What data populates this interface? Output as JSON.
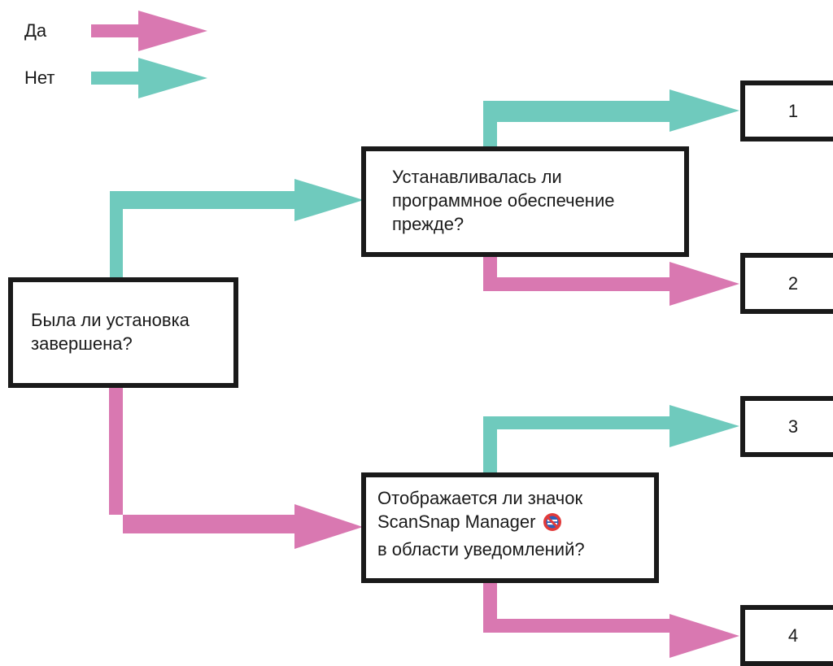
{
  "colors": {
    "yes": "#d978b1",
    "no": "#6fcabd",
    "border": "#1a1a1a"
  },
  "legend": {
    "yes_label": "Да",
    "no_label": "Нет"
  },
  "questions": {
    "installation_completed": [
      "Была ли установка",
      "завершена?"
    ],
    "software_installed_before": [
      "Устанавливалась ли",
      "программное обеспечение",
      "прежде?"
    ],
    "icon_shown": [
      "Отображается ли значок",
      "ScanSnap Manager",
      "в области уведомлений?"
    ]
  },
  "outcomes": [
    "1",
    "2",
    "3",
    "4"
  ],
  "icons": {
    "tray_icon": "scansnap-manager-disabled-icon"
  }
}
